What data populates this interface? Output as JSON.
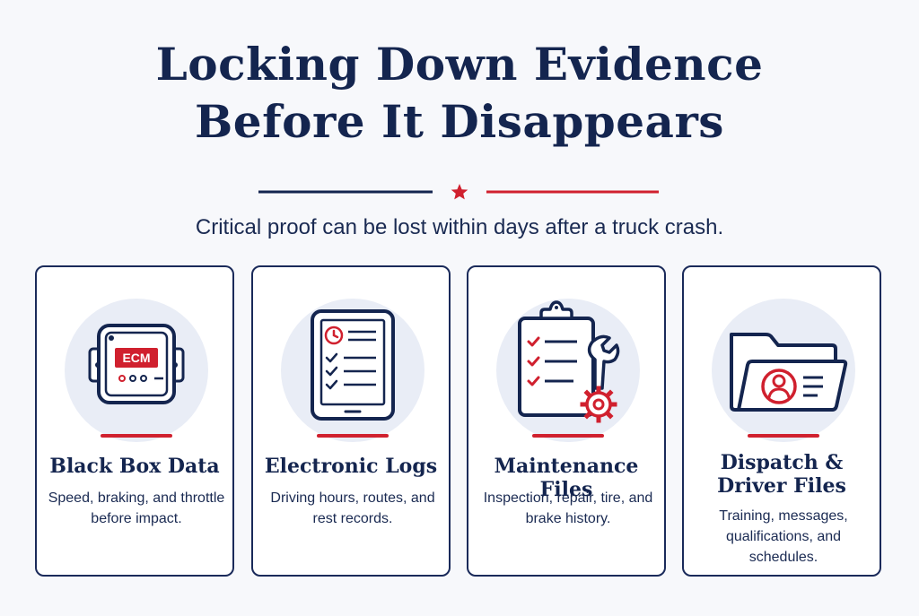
{
  "header": {
    "title_line1": "Locking Down Evidence",
    "title_line2": "Before It Disappears",
    "subtitle": "Critical proof can be lost within days after a truck crash."
  },
  "colors": {
    "navy": "#14254f",
    "red": "#d0202e",
    "circle_bg": "#e9edf6"
  },
  "cards": [
    {
      "icon": "ecm-module-icon",
      "icon_label": "ECM",
      "title": "Black Box Data",
      "description": "Speed, braking, and throttle before impact."
    },
    {
      "icon": "tablet-log-icon",
      "title": "Electronic Logs",
      "description": "Driving hours, routes, and rest records."
    },
    {
      "icon": "clipboard-wrench-icon",
      "title": "Maintenance Files",
      "description": "Inspection, repair, tire, and brake history."
    },
    {
      "icon": "folder-profile-icon",
      "title_line1": "Dispatch &",
      "title_line2": "Driver Files",
      "description": "Training, messages, qualifications, and schedules."
    }
  ]
}
